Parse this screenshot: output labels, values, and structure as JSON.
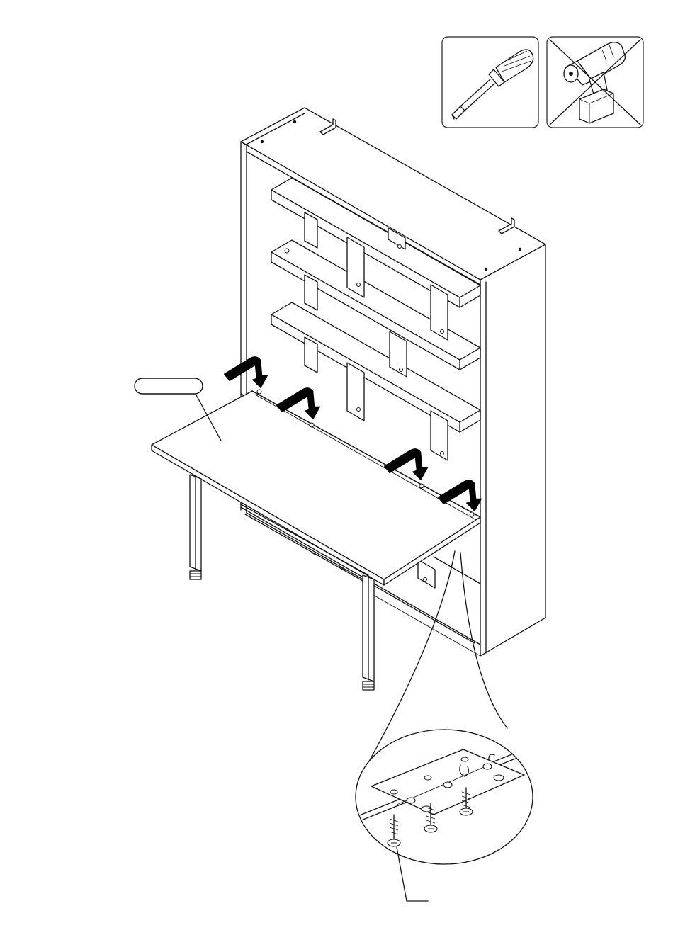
{
  "tools": {
    "allowed": {
      "icon": "screwdriver-icon",
      "state": "allowed"
    },
    "forbidden": {
      "icon": "power-drill-icon",
      "state": "crossed-out"
    }
  },
  "callouts": {
    "desk_part_label": "",
    "screw_label": ""
  },
  "arrows_count_shown": 4,
  "colors": {
    "line": "#111111",
    "background": "#ffffff",
    "arrow": "#000000"
  }
}
